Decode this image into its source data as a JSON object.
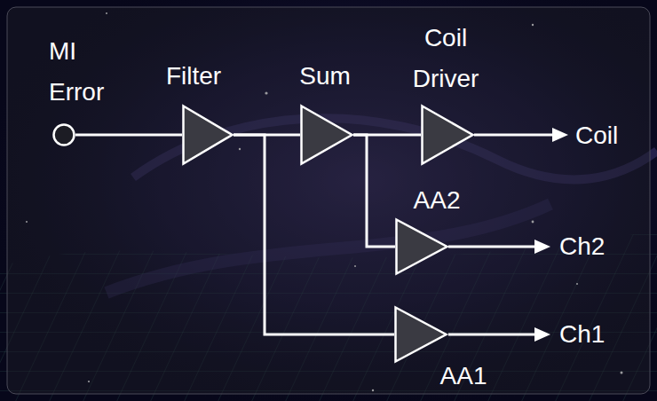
{
  "diagram": {
    "nodes": [
      {
        "text": [
          "MI Error"
        ]
      },
      {
        "text": [
          "Filter"
        ]
      },
      {
        "text": [
          "Sum"
        ]
      },
      {
        "text": [
          "Coil Driver"
        ]
      },
      {
        "text": [
          "AA2"
        ]
      },
      {
        "text": [
          "AA1"
        ]
      }
    ],
    "edges": [
      {
        "from": 0,
        "to": 1,
        "arrow": "none"
      },
      {
        "from": 1,
        "to": 2,
        "arrow": "none"
      },
      {
        "from": 2,
        "to": 3,
        "arrow": "none"
      },
      {
        "from": 2,
        "to": 4,
        "arrow": "none"
      },
      {
        "from": 1,
        "to": 5,
        "arrow": "none"
      }
    ],
    "labels": [
      "Coil",
      "Ch2",
      "Ch1"
    ]
  }
}
